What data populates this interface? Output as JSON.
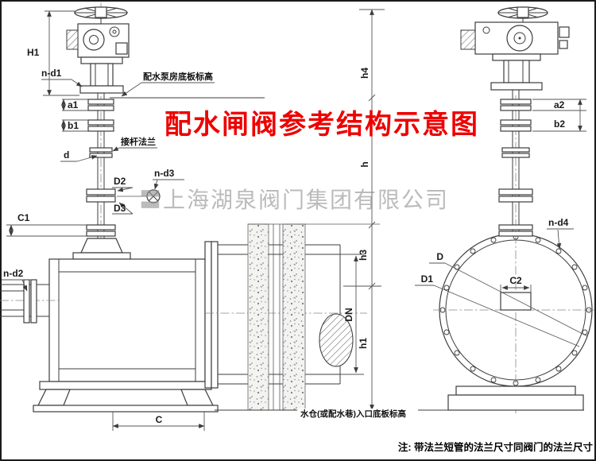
{
  "title": "配水闸阀参考结构示意图",
  "watermark": "〓上海湖泉阀门集团有限公司",
  "note": "注: 带法兰短管的法兰尺寸同阀门的法兰尺寸",
  "labels": {
    "pump_floor": "配水泵房底板标高",
    "stem_flange": "接杆法兰",
    "inlet_floor": "水仓(或配水巷)入口底板标高"
  },
  "dims": {
    "H1": "H1",
    "n_d1": "n-d1",
    "a1": "a1",
    "b1": "b1",
    "d": "d",
    "D2": "D2",
    "D3": "D3",
    "n_d3": "n-d3",
    "C1": "C1",
    "n_d2": "n-d2",
    "C": "C",
    "DN": "DN",
    "h1": "h1",
    "h3": "h3",
    "h": "h",
    "h4": "h4",
    "a2": "a2",
    "b2": "b2",
    "n_d4": "n-d4",
    "D": "D",
    "D1": "D1",
    "C2": "C2"
  },
  "colors": {
    "title": "#ee0000",
    "watermark": "#8f8f8f",
    "line": "#3c3c3c"
  }
}
